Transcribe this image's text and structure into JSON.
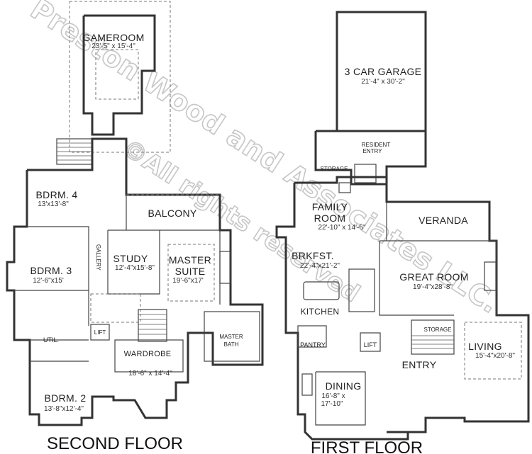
{
  "watermark": "Preston Wood and Associates LLC.",
  "watermark_alt": "©All rights reserved",
  "floors": {
    "second": "SECOND FLOOR",
    "first": "FIRST FLOOR"
  },
  "rooms": {
    "gameroom": {
      "name": "GAMEROOM",
      "dims": "23'-5\" x 15'-4\""
    },
    "bdrm4": {
      "name": "BDRM. 4",
      "dims": "13'x13'-8\""
    },
    "balcony": {
      "name": "BALCONY"
    },
    "gallery": {
      "name": "GALLERY"
    },
    "study": {
      "name": "STUDY",
      "dims": "12'-4\"x15'-8\""
    },
    "master_suite": {
      "name": "MASTER",
      "name2": "SUITE",
      "dims": "19'-6\"x17'"
    },
    "bdrm3": {
      "name": "BDRM. 3",
      "dims": "12'-6\"x15'"
    },
    "util": {
      "name": "UTIL."
    },
    "lift2": {
      "name": "LIFT"
    },
    "master_bath": {
      "name": "MASTER",
      "name2": "BATH"
    },
    "wardrobe": {
      "name": "WARDROBE",
      "dims": "18'-6\" x 14'-4\""
    },
    "bdrm2": {
      "name": "BDRM. 2",
      "dims": "13'-8\"x12'-4\""
    },
    "garage": {
      "name": "3 CAR GARAGE",
      "dims": "21'-4\" x 30'-2\""
    },
    "resident_entry": {
      "name": "RESIDENT",
      "name2": "ENTRY"
    },
    "storage1": {
      "name": "STORAGE"
    },
    "family": {
      "name": "FAMILY",
      "name2": "ROOM",
      "dims": "22'-10\" x 14'-6\""
    },
    "veranda": {
      "name": "VERANDA"
    },
    "brkfst": {
      "name": "BRKFST.",
      "dims": "22'-4\"x21'-2\""
    },
    "great": {
      "name": "GREAT ROOM",
      "dims": "19'-4\"x28'-8\""
    },
    "kitchen": {
      "name": "KITCHEN"
    },
    "storage2": {
      "name": "STORAGE"
    },
    "pantry": {
      "name": "PANTRY"
    },
    "lift1": {
      "name": "LIFT"
    },
    "living": {
      "name": "LIVING",
      "dims": "15'-4\"x20'-8\""
    },
    "entry": {
      "name": "ENTRY"
    },
    "dining": {
      "name": "DINING",
      "dims": "16'-8\" x",
      "dims2": "17'-10\""
    }
  }
}
